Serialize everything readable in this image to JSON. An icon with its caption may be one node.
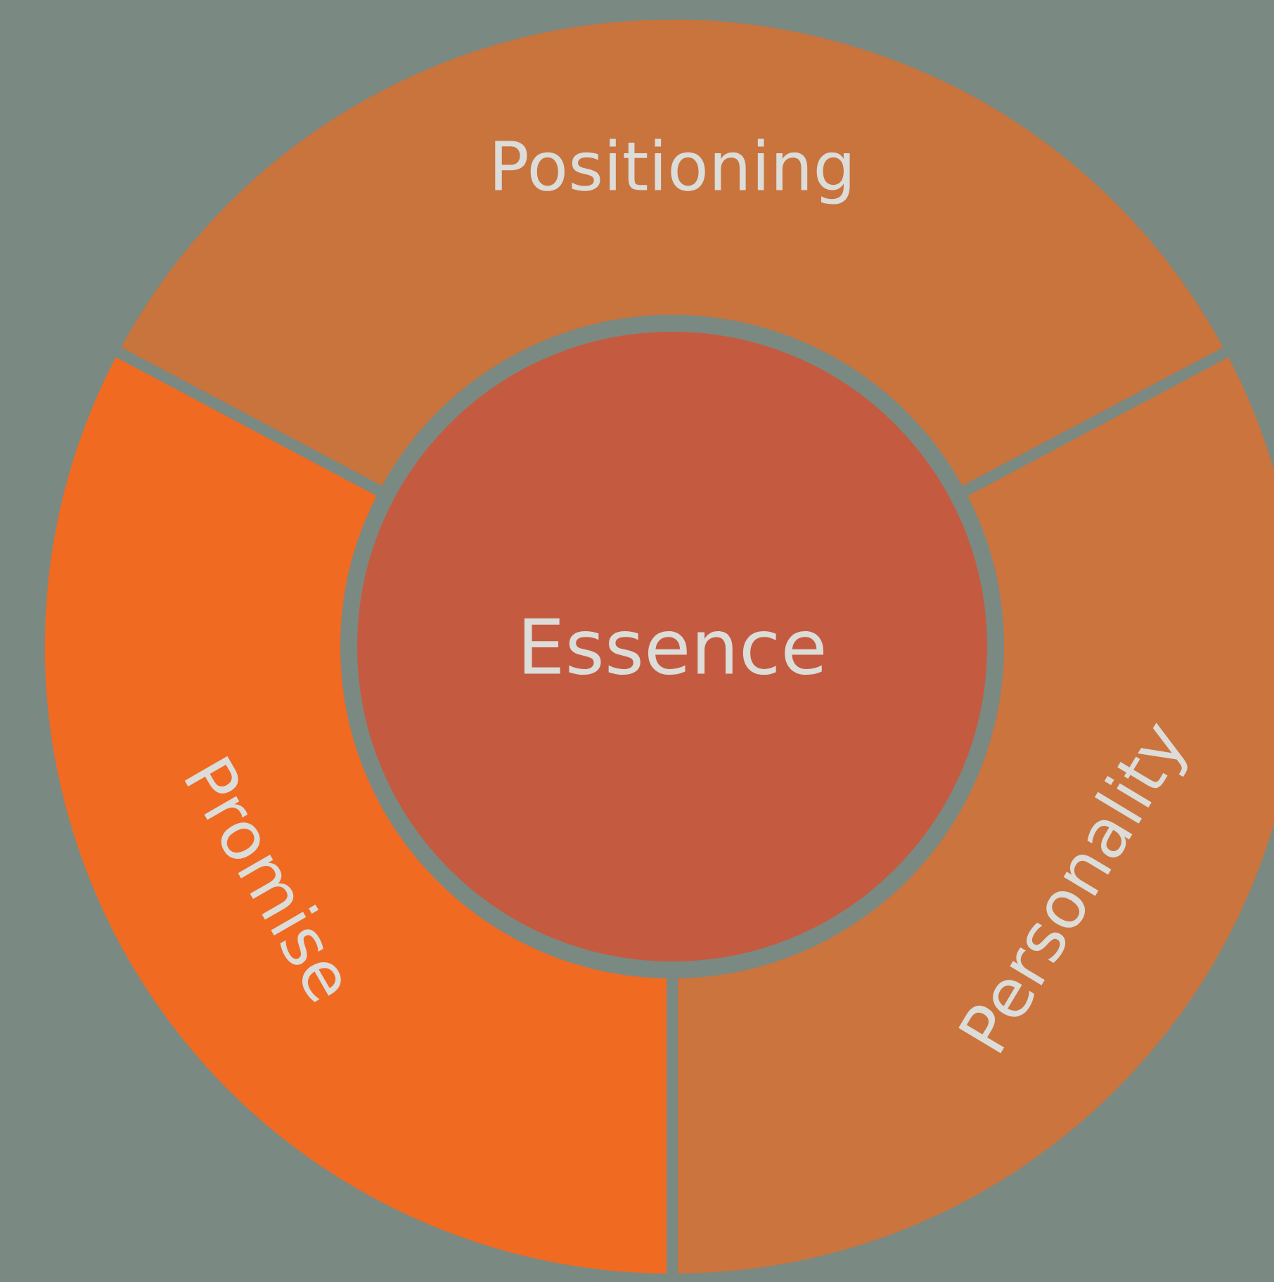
{
  "diagram": {
    "nodes": [
      {
        "text": [
          "Positioning"
        ]
      },
      {
        "text": [
          "Promise"
        ]
      },
      {
        "text": [
          "Essence"
        ]
      },
      {
        "text": [
          "Personality"
        ]
      }
    ]
  }
}
